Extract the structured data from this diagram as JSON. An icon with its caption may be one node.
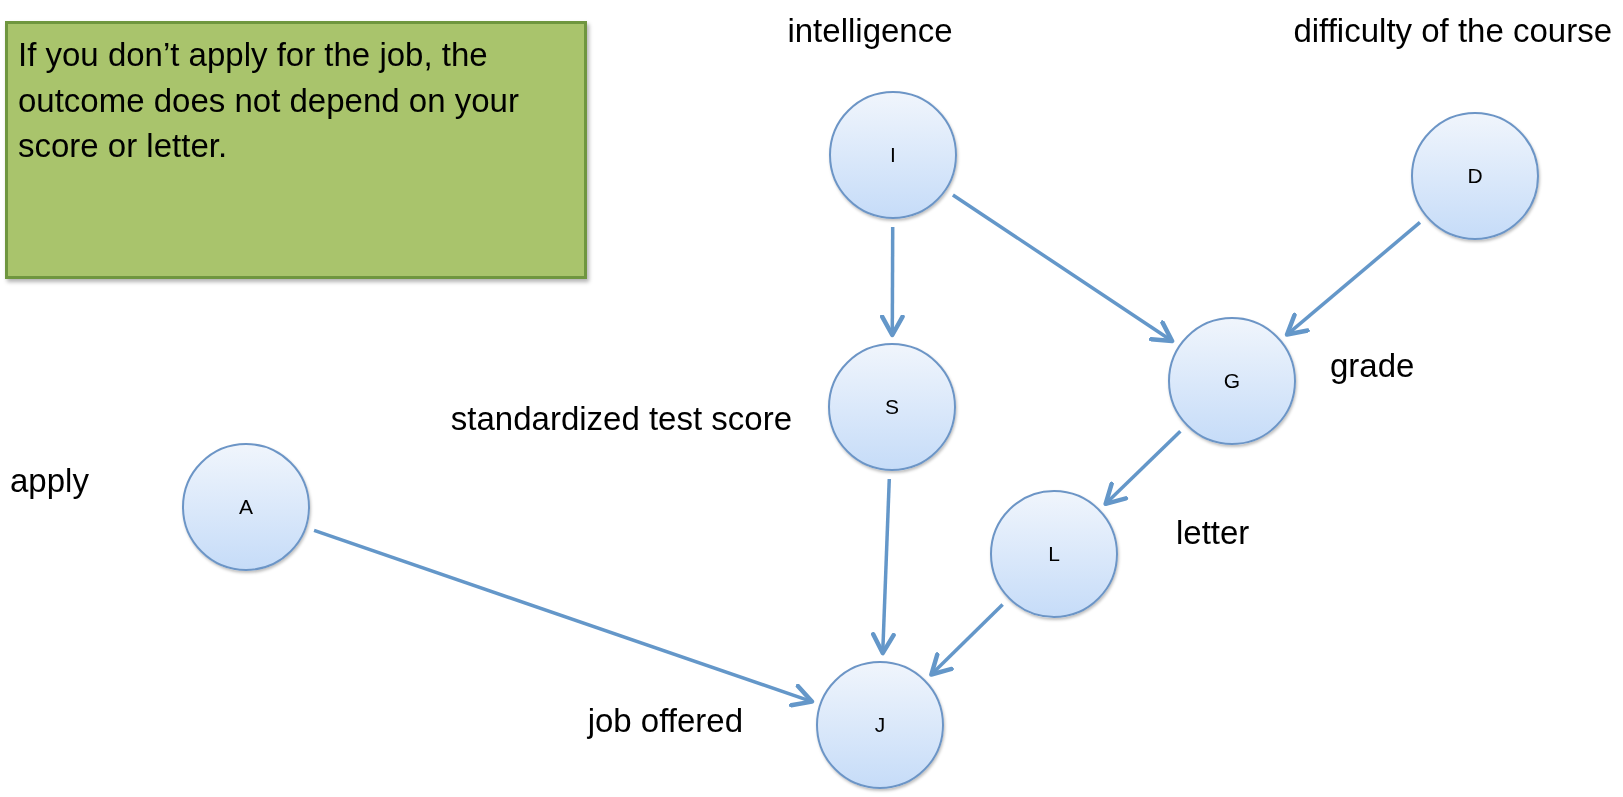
{
  "diagram": {
    "nodes": [
      {
        "text": [
          "If you don’t apply for the job, the outcome does not depend on your score or letter."
        ]
      },
      {
        "text": [
          "I"
        ],
        "beside": [
          "intelligence"
        ]
      },
      {
        "text": [
          "D"
        ],
        "beside": [
          "difficulty of the course"
        ]
      },
      {
        "text": [
          "G"
        ],
        "beside": [
          "grade"
        ]
      },
      {
        "text": [
          "S"
        ],
        "beside": [
          "standardized test score"
        ]
      },
      {
        "text": [
          "A"
        ],
        "beside": [
          "apply"
        ]
      },
      {
        "text": [
          "L"
        ],
        "beside": [
          "letter"
        ]
      },
      {
        "text": [
          "J"
        ],
        "beside": [
          "job offered"
        ]
      }
    ],
    "edges": [
      {
        "from": 1,
        "to": 4,
        "arrow": "to"
      },
      {
        "from": 1,
        "to": 3,
        "arrow": "to"
      },
      {
        "from": 2,
        "to": 3,
        "arrow": "to"
      },
      {
        "from": 3,
        "to": 6,
        "arrow": "to"
      },
      {
        "from": 4,
        "to": 7,
        "arrow": "to"
      },
      {
        "from": 5,
        "to": 7,
        "arrow": "to"
      },
      {
        "from": 6,
        "to": 7,
        "arrow": "to"
      }
    ]
  }
}
